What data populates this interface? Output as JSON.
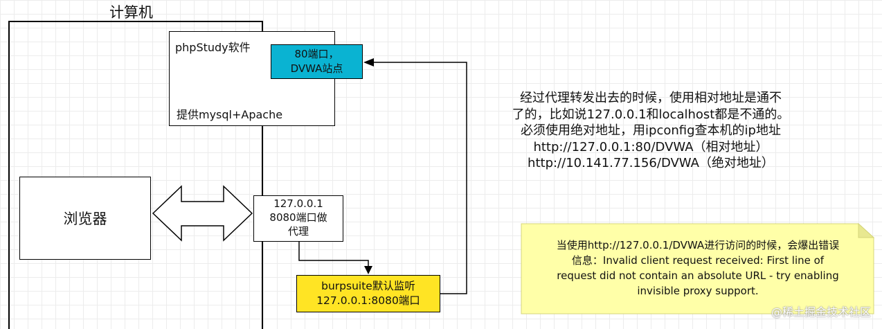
{
  "computer": {
    "title": "计算机"
  },
  "phpstudy": {
    "title": "phpStudy软件",
    "footer": "提供mysql+Apache"
  },
  "port80": {
    "line1": "80端口，",
    "line2": "DVWA站点",
    "color": "#0ab3d2"
  },
  "browser": {
    "label": "浏览器"
  },
  "proxy": {
    "line1": "127.0.0.1",
    "line2": "8080端口做",
    "line3": "代理"
  },
  "burp": {
    "line1": "burpsuite默认监听",
    "line2": "127.0.0.1:8080端口",
    "color": "#ffe424"
  },
  "explanation": {
    "lines": [
      "经过代理转发出去的时候，使用相对地址是通不",
      "了的，比如说127.0.0.1和localhost都是不通的。",
      "必须使用绝对地址，用ipconfig查本机的ip地址",
      "http://127.0.0.1:80/DVWA（相对地址）",
      "http://10.141.77.156/DVWA（绝对地址）"
    ]
  },
  "note": {
    "color": "#ffffa8",
    "lines": [
      "当使用http://127.0.0.1/DVWA进行访问的时候，会爆出错误",
      "信息：Invalid client request received: First line of",
      "request did not contain an absolute URL - try enabling",
      "invisible proxy support."
    ]
  },
  "watermark": "@稀土掘金技术社区"
}
